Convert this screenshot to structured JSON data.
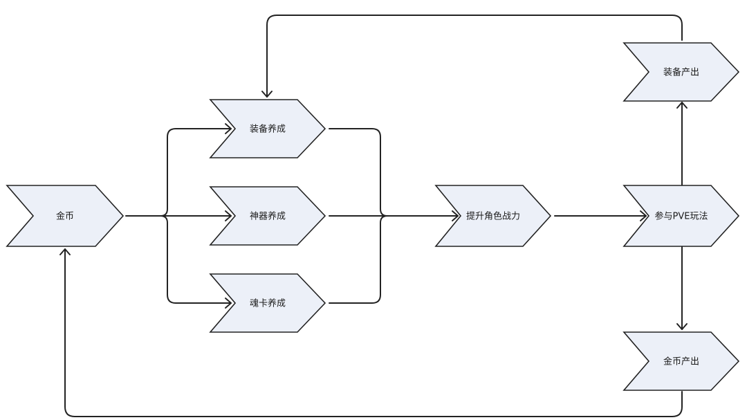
{
  "nodes": {
    "gold": "金币",
    "equip_train": "装备养成",
    "artifact_train": "神器养成",
    "soulcard_train": "魂卡养成",
    "power_up": "提升角色战力",
    "pve": "参与PVE玩法",
    "equip_output": "装备产出",
    "gold_output": "金币产出"
  }
}
